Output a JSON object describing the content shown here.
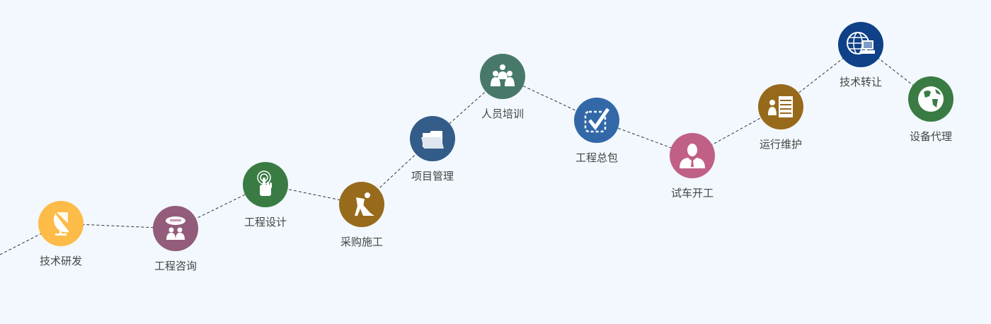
{
  "steps": [
    {
      "label": "技术研发",
      "icon": "satellite-dish-icon",
      "color": "#FDBB47"
    },
    {
      "label": "工程咨询",
      "icon": "consulting-people-icon",
      "color": "#935C7A"
    },
    {
      "label": "工程设计",
      "icon": "touch-hand-icon",
      "color": "#3A7B44"
    },
    {
      "label": "采购施工",
      "icon": "construction-worker-icon",
      "color": "#976A1C"
    },
    {
      "label": "项目管理",
      "icon": "folder-icon",
      "color": "#345C89"
    },
    {
      "label": "人员培训",
      "icon": "group-people-icon",
      "color": "#48786A"
    },
    {
      "label": "工程总包",
      "icon": "checkbox-check-icon",
      "color": "#3368A8"
    },
    {
      "label": "试车开工",
      "icon": "businessman-icon",
      "color": "#C06086"
    },
    {
      "label": "运行维护",
      "icon": "person-list-icon",
      "color": "#97691B"
    },
    {
      "label": "技术转让",
      "icon": "globe-computer-icon",
      "color": "#0E4187"
    },
    {
      "label": "设备代理",
      "icon": "earth-icon",
      "color": "#3A7B43"
    }
  ]
}
